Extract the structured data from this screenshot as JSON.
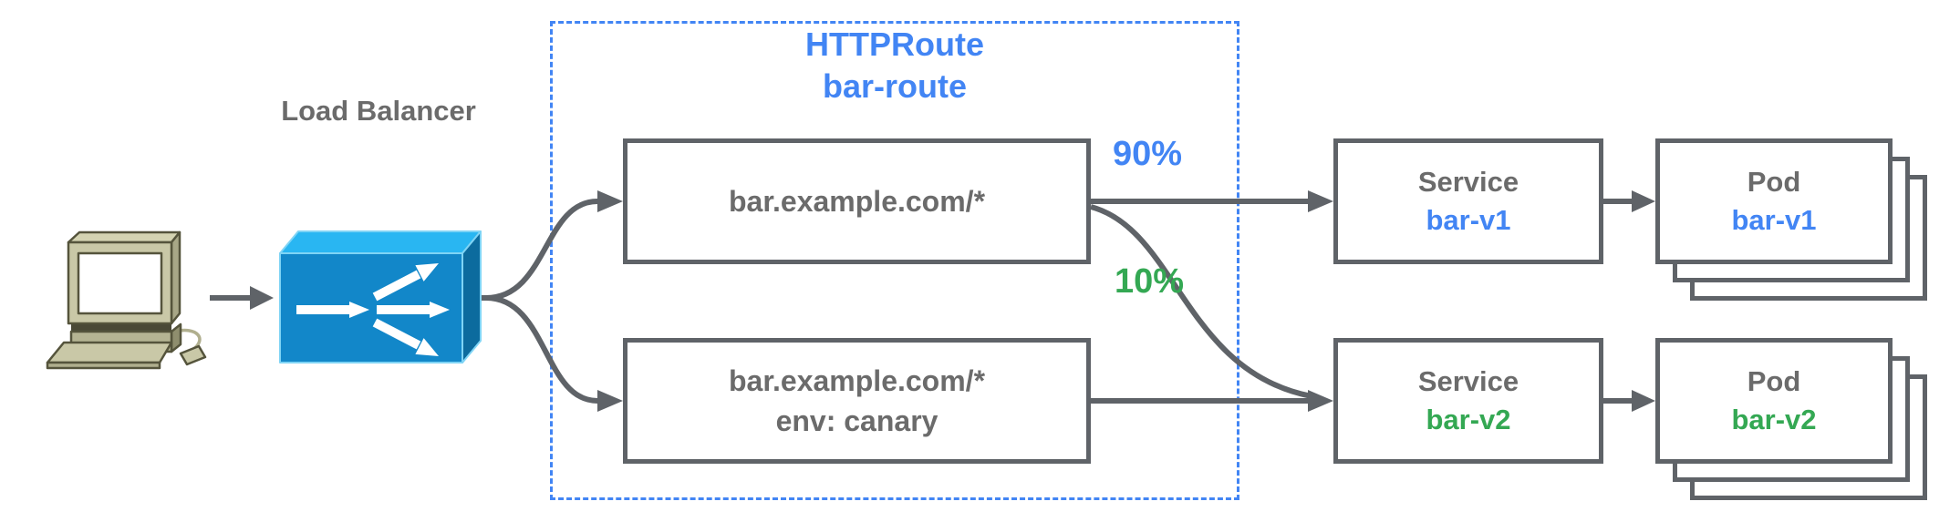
{
  "load_balancer": {
    "label": "Load Balancer"
  },
  "httproute": {
    "kind": "HTTPRoute",
    "name": "bar-route"
  },
  "rules": [
    {
      "match": "bar.example.com/*"
    },
    {
      "match": "bar.example.com/*",
      "header": "env: canary"
    }
  ],
  "weights": {
    "to_v1": "90%",
    "to_v2": "10%"
  },
  "services": [
    {
      "kind": "Service",
      "name": "bar-v1"
    },
    {
      "kind": "Service",
      "name": "bar-v2"
    }
  ],
  "pods": [
    {
      "kind": "Pod",
      "name": "bar-v1"
    },
    {
      "kind": "Pod",
      "name": "bar-v2"
    }
  ],
  "icons": {
    "client": "desktop-computer-icon",
    "load_balancer": "traffic-splitter-icon"
  },
  "colors": {
    "accent_blue": "#4285f4",
    "accent_green": "#34a853",
    "gray_text": "#6b6b6b",
    "line_gray": "#5f6368",
    "lb_front": "#1287c9",
    "lb_top": "#29b6f2",
    "lb_side": "#0c6b9e",
    "computer_beige": "#c9c8a7"
  }
}
